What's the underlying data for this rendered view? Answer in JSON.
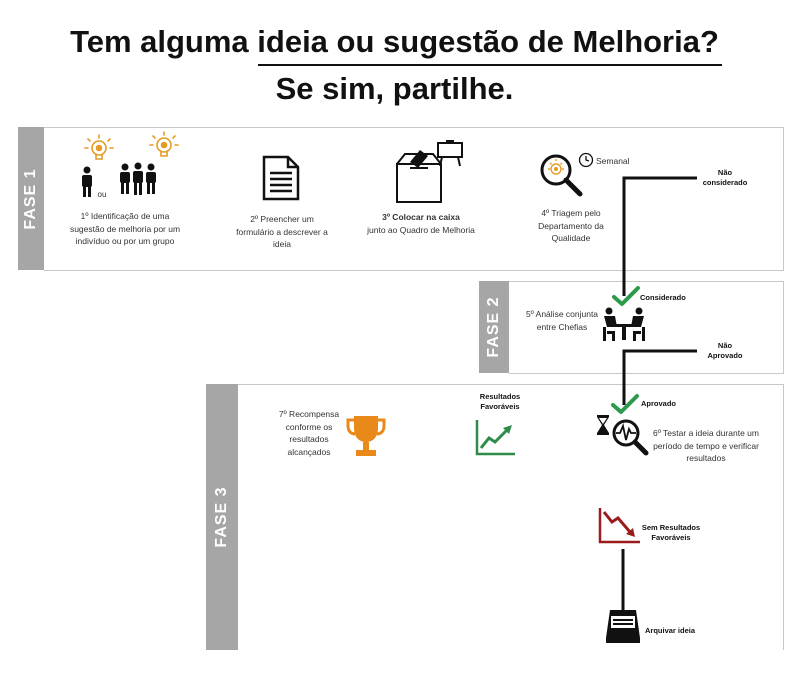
{
  "title": {
    "line1": "Tem alguma ideia ou sugestão de Melhoria?",
    "line2": "Se sim, partilhe."
  },
  "phases": [
    {
      "label": "FASE 1"
    },
    {
      "label": "FASE 2"
    },
    {
      "label": "FASE 3"
    }
  ],
  "steps": {
    "s1": "1º Identificação de uma sugestão de melhoria por um indivíduo ou por um grupo",
    "s1_or": "ou",
    "s2": "2º Preencher um formulário a descrever a ideia",
    "s3_bold": "3º Colocar na caixa",
    "s3_rest": "junto ao Quadro de Melhoria",
    "s4": "4º Triagem pelo Departamento da Qualidade",
    "s4_freq": "Semanal",
    "s5": "5º Análise conjunta entre Chefias",
    "s6": "6º Testar a ideia durante um período de tempo e verificar resultados",
    "s7": "7º Recompensa conforme os resultados alcançados"
  },
  "branches": {
    "nao_considerado": "Não considerado",
    "considerado": "Considerado",
    "nao_aprovado": "Não Aprovado",
    "aprovado": "Aprovado",
    "resultados_favoraveis": "Resultados Favoráveis",
    "sem_resultados": "Sem Resultados Favoráveis",
    "arquivar": "Arquivar ideia"
  },
  "colors": {
    "bulb": "#e59b23",
    "check": "#2e9a4c",
    "trophy": "#e8891a",
    "trend_up": "#2e8b4a",
    "trend_down": "#9b1c1c",
    "phase": "#a6a6a6",
    "icon": "#111111"
  }
}
